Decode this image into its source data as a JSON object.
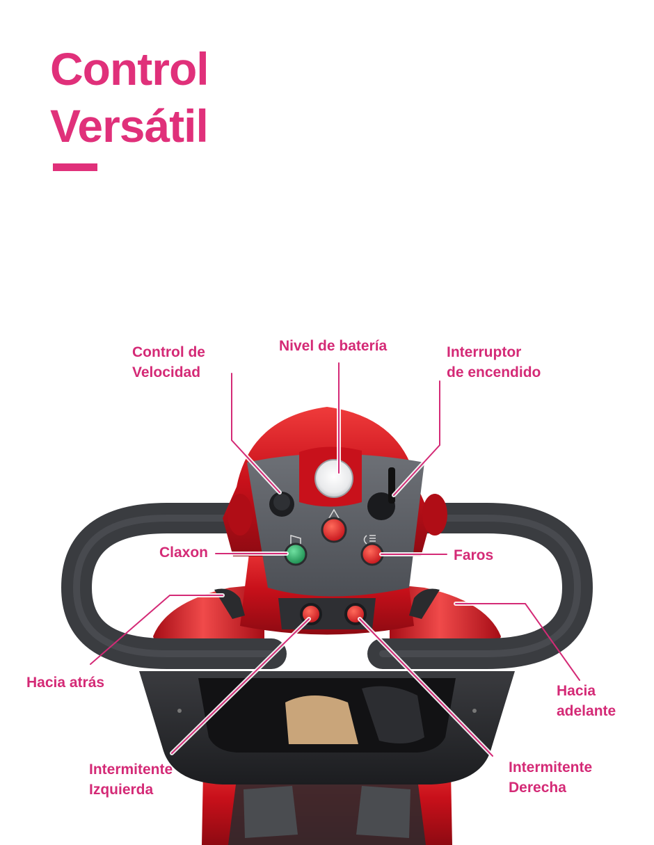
{
  "title": {
    "line1": "Control",
    "line2": "Versátil"
  },
  "labels": {
    "speed_control": {
      "line1": "Control de",
      "line2": "Velocidad"
    },
    "battery_level": "Nivel de batería",
    "power_switch": {
      "line1": "Interruptor",
      "line2": "de encendido"
    },
    "horn": "Claxon",
    "headlights": "Faros",
    "reverse": "Hacia atrás",
    "forward": {
      "line1": "Hacia",
      "line2": "adelante"
    },
    "left_turn_signal": {
      "line1": "Intermitente",
      "line2": "Izquierda"
    },
    "right_turn_signal": {
      "line1": "Intermitente",
      "line2": "Derecha"
    }
  },
  "colors": {
    "accent": "#e0307a",
    "scooter_body": "#d0101c",
    "panel": "#5a5d63",
    "handlebar": "#3a3c40",
    "horn_button": "#1f9e5a"
  },
  "icons": [
    "horn-icon",
    "warning-icon",
    "headlight-icon",
    "key-icon"
  ]
}
